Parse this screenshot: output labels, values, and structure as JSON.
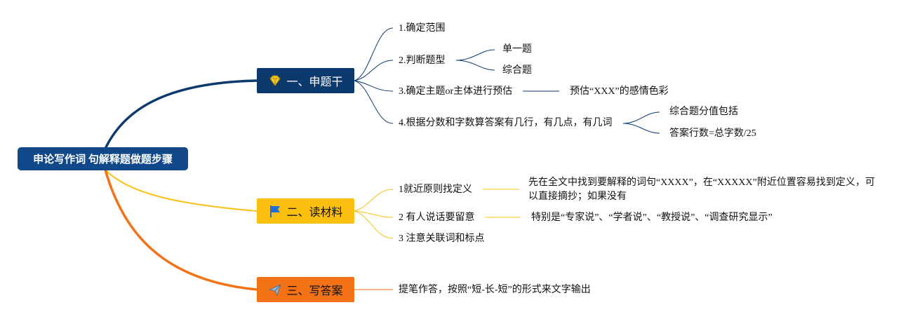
{
  "root": {
    "label": "申论写作词 句解释题做题步骤"
  },
  "branches": [
    {
      "label": "一、申题干",
      "icon": "diamond-icon",
      "color": "#0c3a6e",
      "children": [
        {
          "label": "1.确定范围"
        },
        {
          "label": "2.判断题型",
          "children": [
            {
              "label": "单一题"
            },
            {
              "label": "综合题"
            }
          ]
        },
        {
          "label": "3.确定主题or主体进行预估",
          "children": [
            {
              "label": "预估“XXX”的感情色彩"
            }
          ]
        },
        {
          "label": "4.根据分数和字数算答案有几行，有几点，有几词",
          "children": [
            {
              "label": "综合题分值包括"
            },
            {
              "label": "答案行数=总字数/25"
            }
          ]
        }
      ]
    },
    {
      "label": "二、读材料",
      "icon": "flag-icon",
      "color": "#fbbf10",
      "children": [
        {
          "label": "1就近原则找定义",
          "children": [
            {
              "label": "先在全文中找到要解释的词句“XXXX”，在“XXXXX”附近位置容易找到定义，可以直接摘抄；如果没有"
            }
          ]
        },
        {
          "label": "2 有人说话要留意",
          "children": [
            {
              "label": "特别是“专家说”、“学者说”、“教授说”、“调查研究显示”"
            }
          ]
        },
        {
          "label": "3 注意关联词和标点"
        }
      ]
    },
    {
      "label": "三、写答案",
      "icon": "send-icon",
      "color": "#f47216",
      "children": [
        {
          "label": "提笔作答，按照“短-长-短”的形式来文字输出"
        }
      ]
    }
  ]
}
